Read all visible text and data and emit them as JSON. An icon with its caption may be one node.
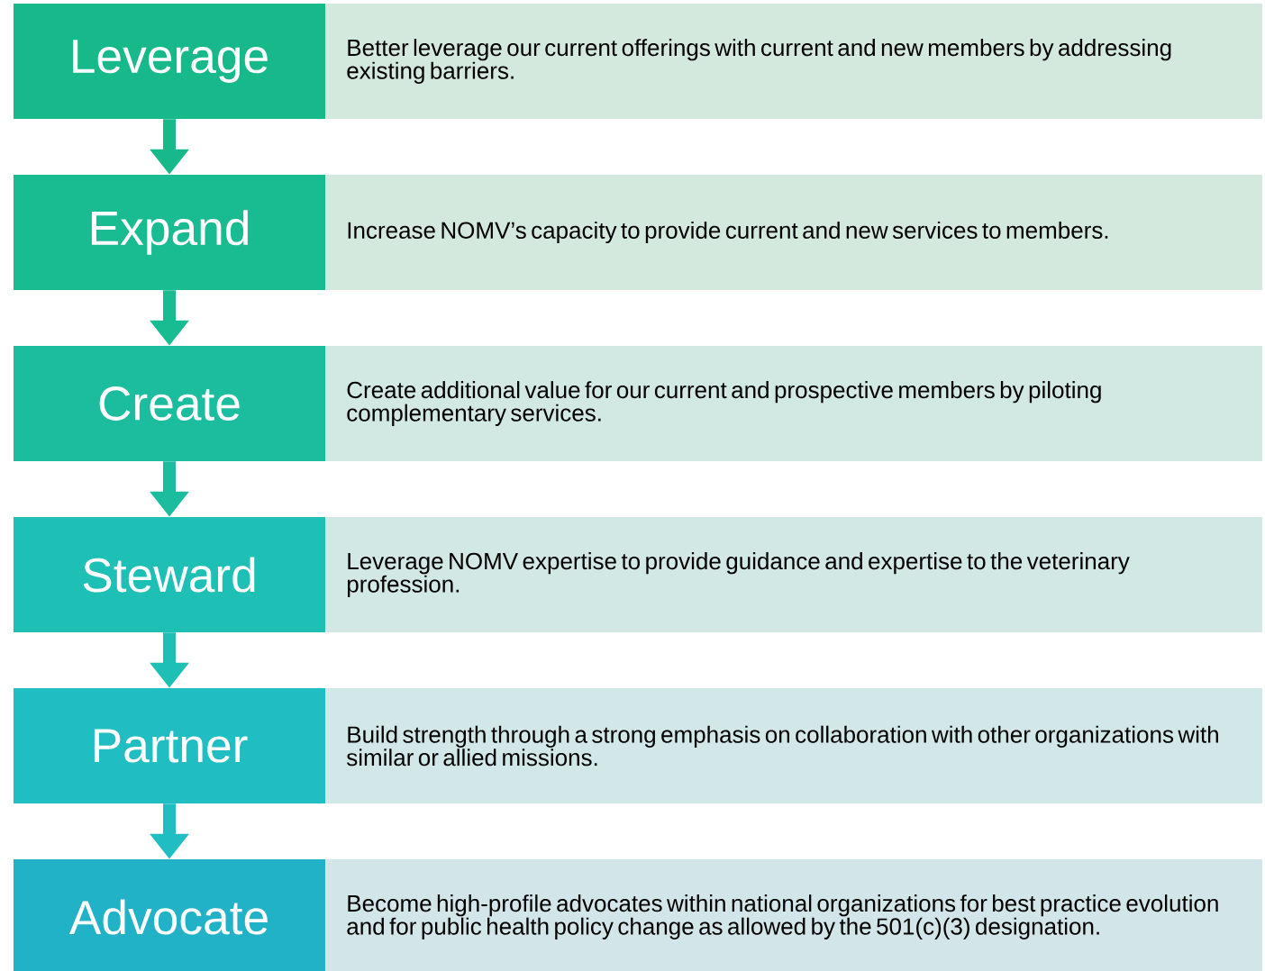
{
  "diagram": {
    "nodes": [
      {
        "text": [
          "Leverage"
        ]
      },
      {
        "text": [
          "Better leverage our current offerings with current and new members by addressing existing barriers."
        ]
      },
      {
        "text": [
          "Expand"
        ]
      },
      {
        "text": [
          "Increase NOMV’s capacity to provide current and new services to members."
        ]
      },
      {
        "text": [
          "Create"
        ]
      },
      {
        "text": [
          "Create additional value for our current and prospective members by piloting complementary services."
        ]
      },
      {
        "text": [
          "Steward"
        ]
      },
      {
        "text": [
          "Leverage NOMV expertise to provide guidance and expertise to the veterinary profession."
        ]
      },
      {
        "text": [
          "Partner"
        ]
      },
      {
        "text": [
          "Build strength through a strong emphasis on collaboration with other organizations with similar or allied missions."
        ]
      },
      {
        "text": [
          "Advocate"
        ]
      },
      {
        "text": [
          "Become high-profile advocates within national organizations for best practice evolution and for public health policy change as allowed by the 501(c)(3) designation."
        ]
      }
    ],
    "edges": [
      {
        "from": 0,
        "to": 2,
        "arrow": "to"
      },
      {
        "from": 2,
        "to": 4,
        "arrow": "to"
      },
      {
        "from": 4,
        "to": 6,
        "arrow": "to"
      },
      {
        "from": 6,
        "to": 8,
        "arrow": "to"
      },
      {
        "from": 8,
        "to": 10,
        "arrow": "to"
      }
    ]
  }
}
